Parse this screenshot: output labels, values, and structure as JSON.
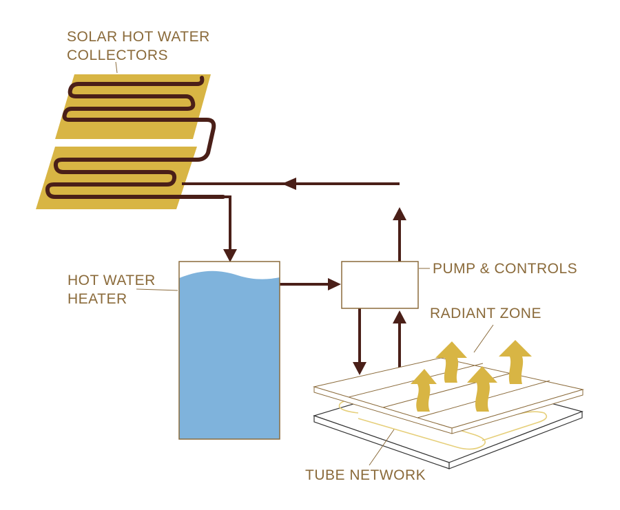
{
  "labels": {
    "collectors_line1": "SOLAR HOT WATER",
    "collectors_line2": "COLLECTORS",
    "heater_line1": "HOT WATER",
    "heater_line2": "HEATER",
    "pump": "PUMP & CONTROLS",
    "radiant": "RADIANT ZONE",
    "tube": "TUBE NETWORK"
  },
  "colors": {
    "pipe": "#4a1f18",
    "collector_panel": "#d8b544",
    "label_text": "#8a6a3a",
    "water": "#7fb3dc",
    "heat_arrow": "#d8b544",
    "outline": "#8a6a3a"
  },
  "icons": {
    "flow": "arrowhead",
    "heat": "wavy-up-arrow"
  }
}
